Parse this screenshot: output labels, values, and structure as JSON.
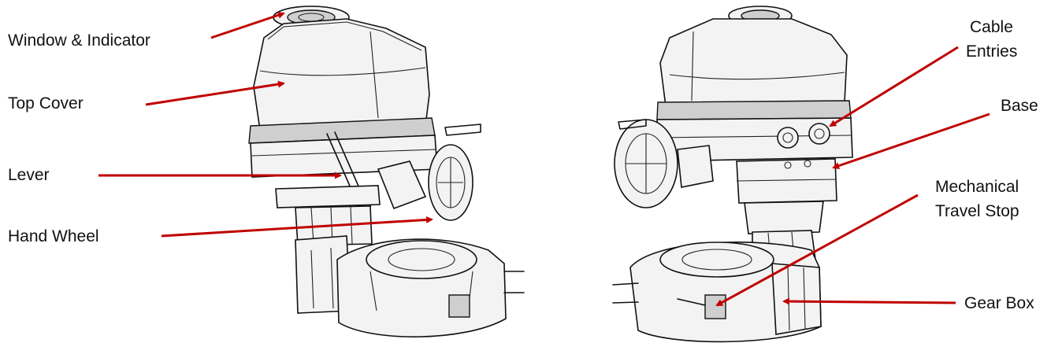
{
  "labels": {
    "window_indicator": "Window & Indicator",
    "top_cover": "Top Cover",
    "lever": "Lever",
    "hand_wheel": "Hand Wheel",
    "cable_entries_1": "Cable",
    "cable_entries_2": "Entries",
    "base": "Base",
    "mech_stop_1": "Mechanical",
    "mech_stop_2": "Travel Stop",
    "gear_box": "Gear Box"
  },
  "colors": {
    "arrow": "#c00000",
    "line": "#111111",
    "background": "#ffffff"
  }
}
